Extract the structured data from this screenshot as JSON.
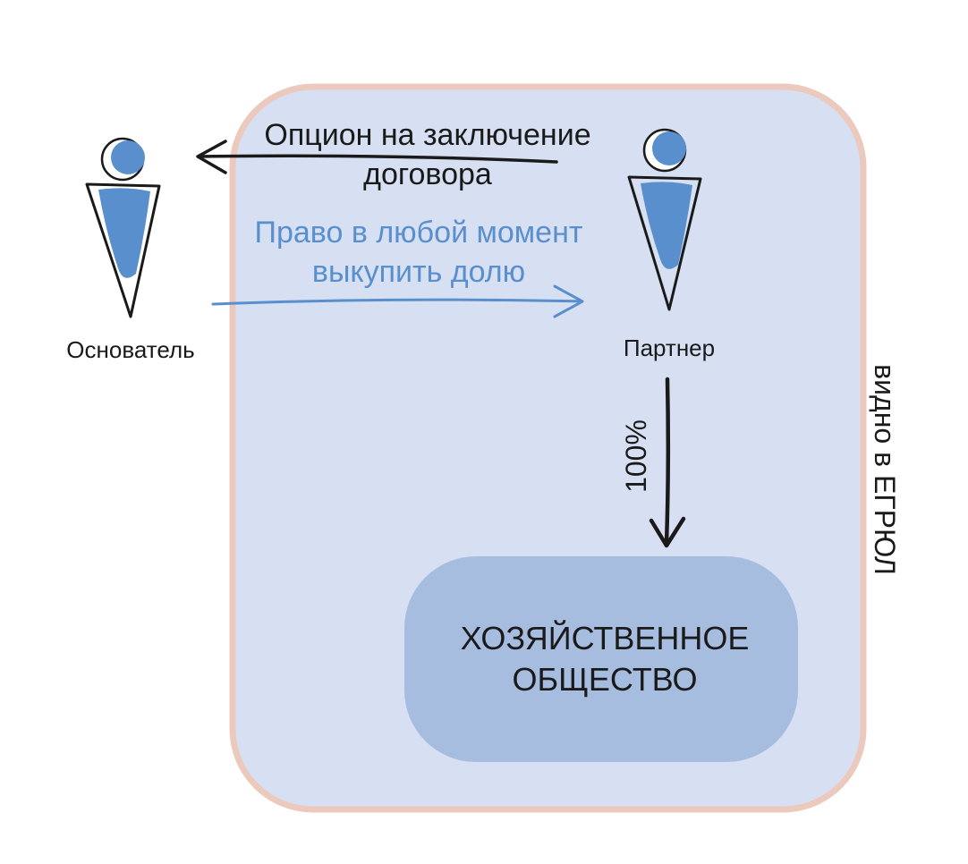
{
  "colors": {
    "region_fill": "#d7e0f2",
    "region_border": "#ecc9bd",
    "company_fill": "#a7bde0",
    "person_blue": "#5a8fcd",
    "right_arrow": "#5a8fcd",
    "ink": "#1a1a1a"
  },
  "founder": {
    "label": "Основатель",
    "icon": "person-icon"
  },
  "partner": {
    "label": "Партнер",
    "icon": "person-icon"
  },
  "option_arrow": {
    "line1": "Опцион на заключение",
    "line2": "договора"
  },
  "buyout_arrow": {
    "line1": "Право в любой момент",
    "line2": "выкупить долю"
  },
  "ownership": {
    "label": "100%"
  },
  "company": {
    "line1": "ХОЗЯЙСТВЕННОЕ",
    "line2": "ОБЩЕСТВО"
  },
  "registry": {
    "label": "видно в ЕГРЮЛ"
  }
}
